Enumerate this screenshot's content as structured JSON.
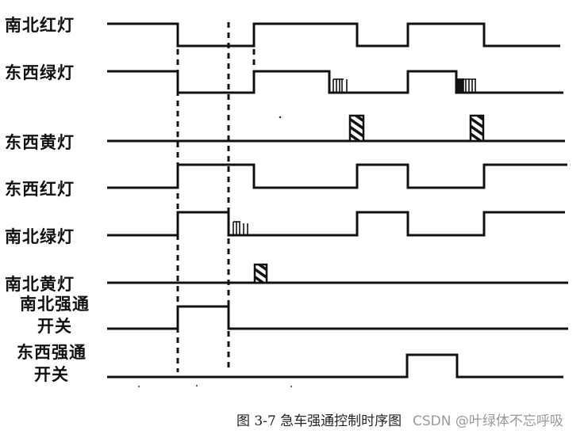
{
  "figure": {
    "caption": "图 3-7  急车强通控制时序图",
    "watermark": "CSDN @叶绿体不忘呼吸"
  },
  "signals": [
    {
      "id": "ns_red",
      "label": "南北红灯"
    },
    {
      "id": "ew_green",
      "label": "东西绿灯"
    },
    {
      "id": "ew_yellow",
      "label": "东西黄灯"
    },
    {
      "id": "ew_red",
      "label": "东西红灯"
    },
    {
      "id": "ns_green",
      "label": "南北绿灯"
    },
    {
      "id": "ns_yellow",
      "label": "南北黄灯"
    },
    {
      "id": "ns_override",
      "label_line1": "南北强通",
      "label_line2": "开关"
    },
    {
      "id": "ew_override",
      "label_line1": "东西强通",
      "label_line2": "开关"
    }
  ],
  "colors": {
    "line": "#111111",
    "background": "#ffffff",
    "watermark": "#9a9a9a"
  }
}
